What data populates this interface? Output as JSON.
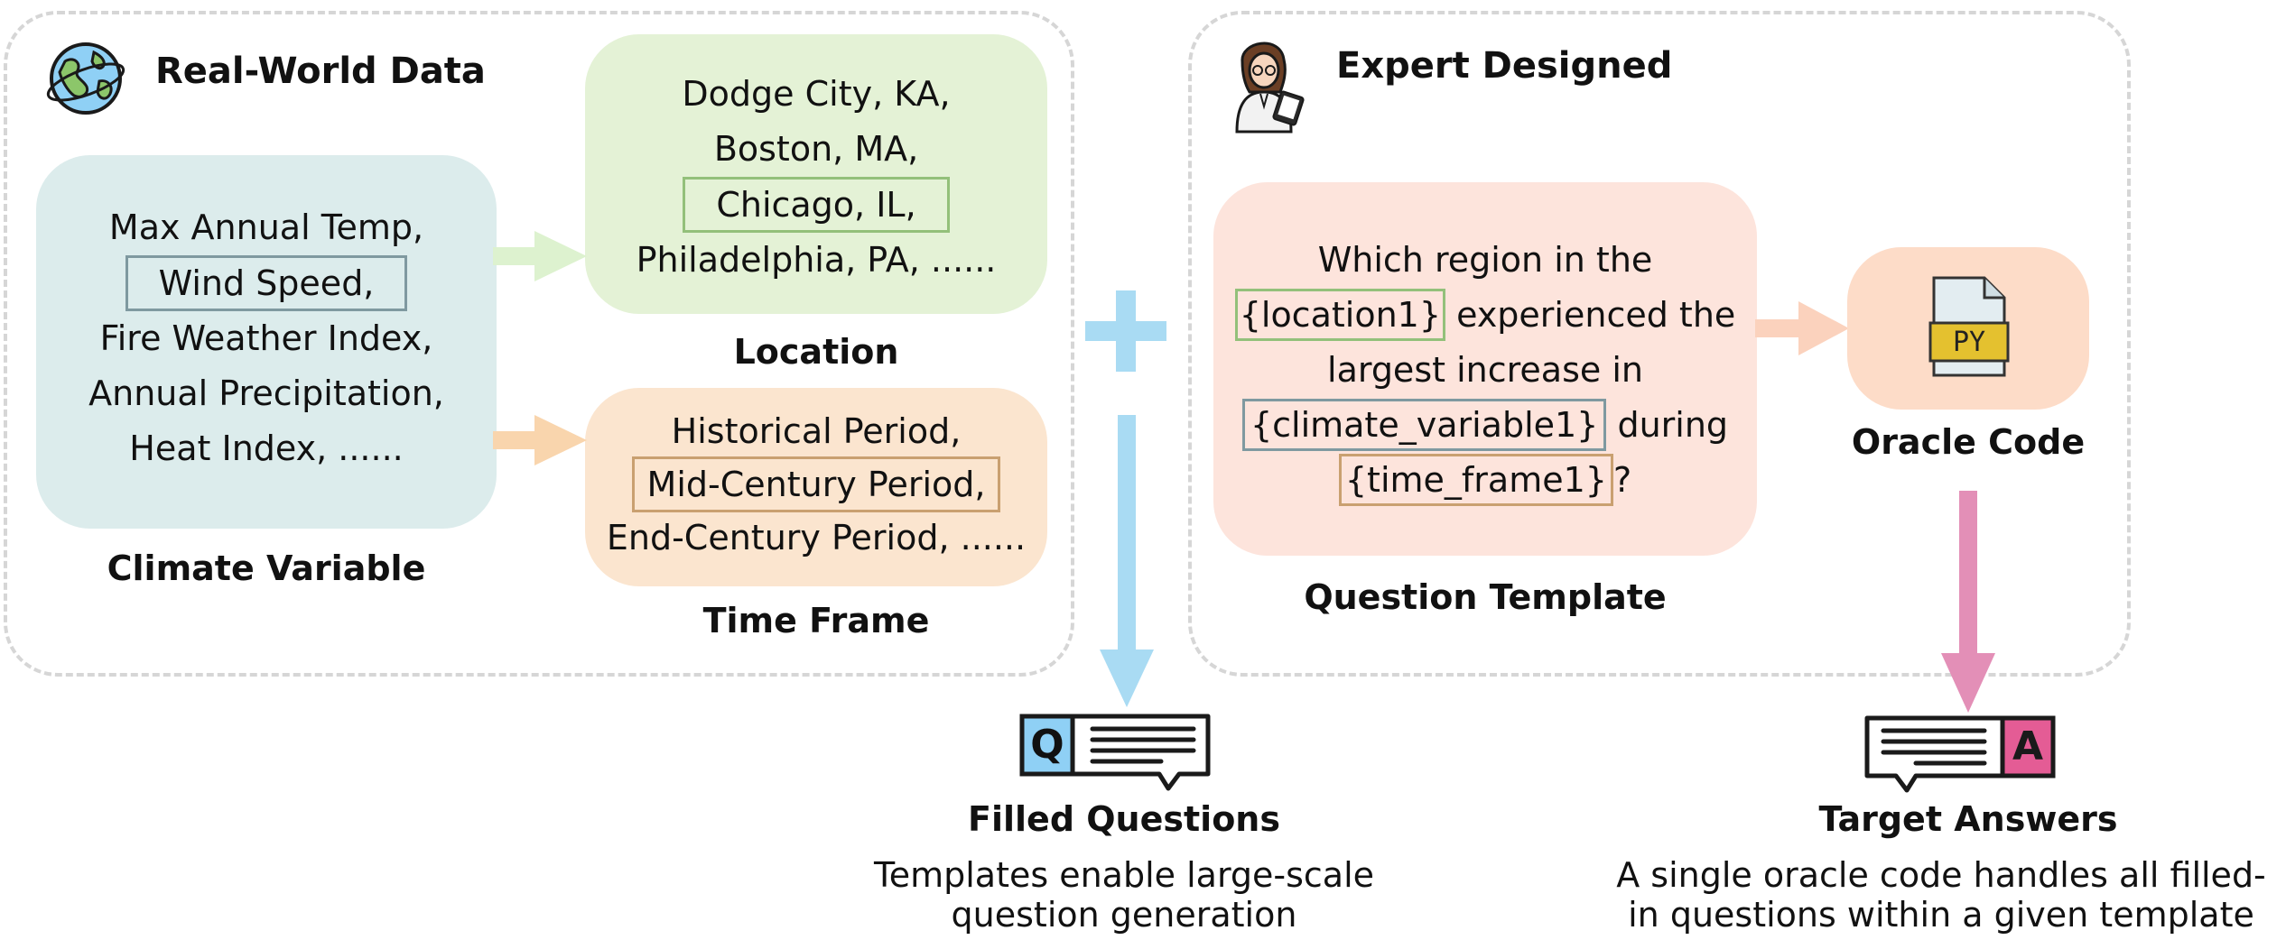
{
  "real_world": {
    "title": "Real-World Data",
    "climate_variable": {
      "caption": "Climate Variable",
      "lines": [
        "Max Annual Temp,",
        "Wind Speed,",
        "Fire Weather Index,",
        "Annual Precipitation,",
        "Heat Index, ......"
      ],
      "highlight_index": 1
    },
    "location": {
      "caption": "Location",
      "lines": [
        "Dodge City, KA,",
        "Boston, MA,",
        "Chicago, IL,",
        "Philadelphia, PA, ......"
      ],
      "highlight_index": 2
    },
    "time_frame": {
      "caption": "Time Frame",
      "lines": [
        "Historical Period,",
        "Mid-Century Period,",
        "End-Century Period, ......"
      ],
      "highlight_index": 1
    }
  },
  "expert": {
    "title": "Expert Designed",
    "question_template": {
      "caption": "Question Template",
      "line1": "Which region in the",
      "slot_location": "{location1}",
      "line2_rest": "experienced the",
      "line3": "largest increase in",
      "slot_variable": "{climate_variable1}",
      "line4_rest": "during",
      "slot_time": "{time_frame1}",
      "line5_rest": "?"
    },
    "oracle_code": {
      "caption": "Oracle Code",
      "file_label": "PY"
    }
  },
  "filled_questions": {
    "caption": "Filled Questions",
    "icon_letter": "Q",
    "note_lines": [
      "Templates enable large-scale",
      "question generation"
    ]
  },
  "target_answers": {
    "caption": "Target Answers",
    "icon_letter": "A",
    "note_lines": [
      "A single oracle code handles all filled-",
      "in questions within a given template"
    ]
  },
  "colors": {
    "climate_box": "#dcecec",
    "location_box": "#e4f2d6",
    "time_box": "#fbe5cf",
    "template_box": "#fde4dc",
    "oracle_box": "#fddcc8",
    "plus_arrow": "#a9dbf3",
    "answer_arrow": "#e38fb7",
    "green_arrow": "#ddf2cf",
    "orange_arrow": "#f9d5ad",
    "salmon_arrow": "#fbd2bd"
  }
}
